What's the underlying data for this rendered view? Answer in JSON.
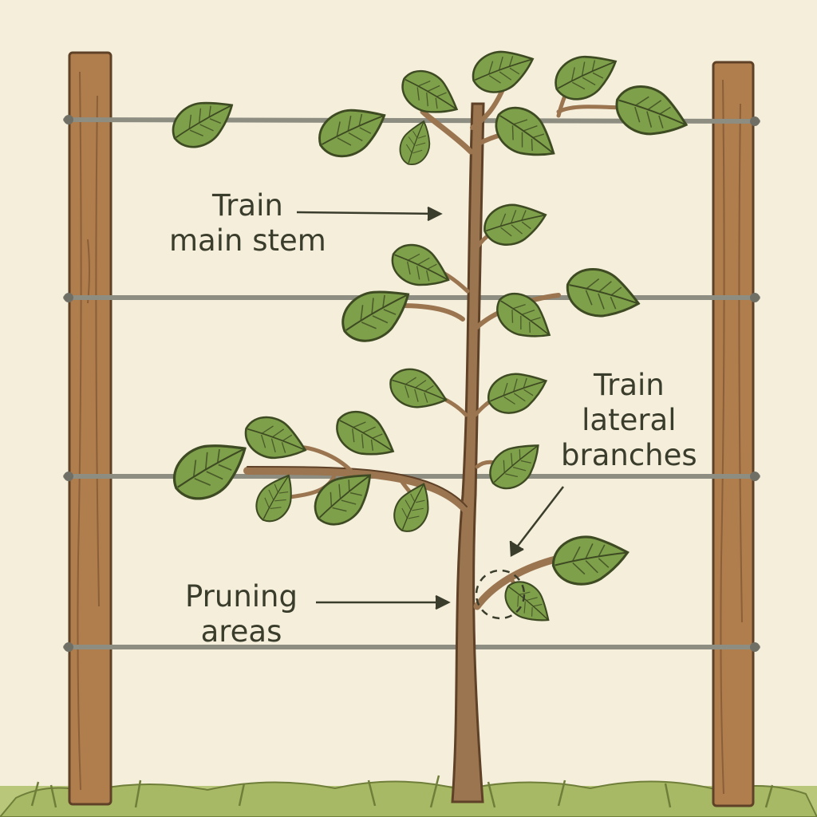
{
  "labels": {
    "main_stem": [
      "Train",
      "main stem"
    ],
    "lateral": [
      "Train",
      "lateral",
      "branches"
    ],
    "pruning": [
      "Pruning",
      "areas"
    ]
  },
  "colors": {
    "background": "#f4eedb",
    "post": "#b07d4c",
    "post_outline": "#5e4127",
    "wire": "#8d8d82",
    "stem": "#9a7550",
    "leaf": "#7fa04a",
    "leaf_outline": "#3d4a22",
    "grass": "#a7b964",
    "text": "#3b3d2c"
  },
  "icons": [
    "wooden-post-icon",
    "leaf-icon",
    "grass-icon",
    "arrow-icon",
    "dashed-circle-icon"
  ]
}
